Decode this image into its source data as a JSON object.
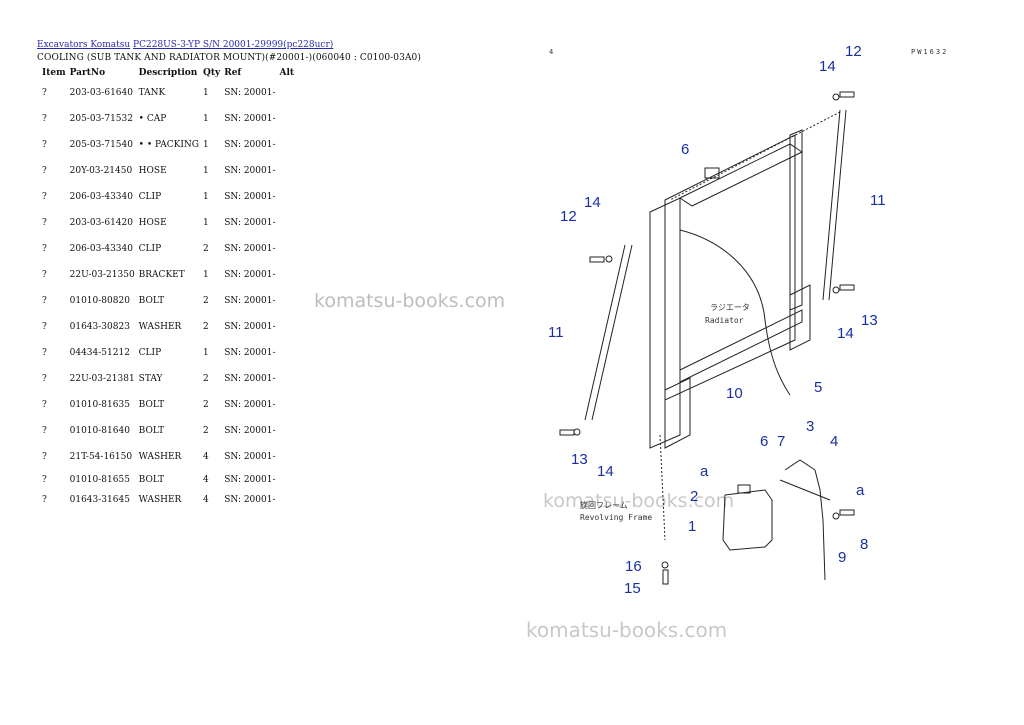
{
  "breadcrumb": {
    "link1": "Excavators Komatsu",
    "link2": "PC228US-3-YP S/N 20001-29999(pc228ucr)"
  },
  "subtitle": "COOLING (SUB TANK AND RADIATOR MOUNT)(#20001-)(060040 : C0100-03A0)",
  "table": {
    "headers": {
      "item": "Item",
      "partno": "PartNo",
      "description": "Description",
      "qty": "Qty",
      "ref": "Ref",
      "alt": "Alt"
    },
    "rows": [
      {
        "item": "?",
        "partno": "203-03-61640",
        "description": "TANK",
        "qty": "1",
        "ref": "SN: 20001-"
      },
      {
        "item": "?",
        "partno": "205-03-71532",
        "description": "• CAP",
        "qty": "1",
        "ref": "SN: 20001-"
      },
      {
        "item": "?",
        "partno": "205-03-71540",
        "description": "• • PACKING",
        "qty": "1",
        "ref": "SN: 20001-"
      },
      {
        "item": "?",
        "partno": "20Y-03-21450",
        "description": "HOSE",
        "qty": "1",
        "ref": "SN: 20001-"
      },
      {
        "item": "?",
        "partno": "206-03-43340",
        "description": "CLIP",
        "qty": "1",
        "ref": "SN: 20001-"
      },
      {
        "item": "?",
        "partno": "203-03-61420",
        "description": "HOSE",
        "qty": "1",
        "ref": "SN: 20001-"
      },
      {
        "item": "?",
        "partno": "206-03-43340",
        "description": "CLIP",
        "qty": "2",
        "ref": "SN: 20001-"
      },
      {
        "item": "?",
        "partno": "22U-03-21350",
        "description": "BRACKET",
        "qty": "1",
        "ref": "SN: 20001-"
      },
      {
        "item": "?",
        "partno": "01010-80820",
        "description": "BOLT",
        "qty": "2",
        "ref": "SN: 20001-"
      },
      {
        "item": "?",
        "partno": "01643-30823",
        "description": "WASHER",
        "qty": "2",
        "ref": "SN: 20001-"
      },
      {
        "item": "?",
        "partno": "04434-51212",
        "description": "CLIP",
        "qty": "1",
        "ref": "SN: 20001-"
      },
      {
        "item": "?",
        "partno": "22U-03-21381",
        "description": "STAY",
        "qty": "2",
        "ref": "SN: 20001-"
      },
      {
        "item": "?",
        "partno": "01010-81635",
        "description": "BOLT",
        "qty": "2",
        "ref": "SN: 20001-"
      },
      {
        "item": "?",
        "partno": "01010-81640",
        "description": "BOLT",
        "qty": "2",
        "ref": "SN: 20001-"
      },
      {
        "item": "?",
        "partno": "21T-54-16150",
        "description": "WASHER",
        "qty": "4",
        "ref": "SN: 20001-"
      },
      {
        "item": "?",
        "partno": "01010-81655",
        "description": "BOLT",
        "qty": "4",
        "ref": "SN: 20001-"
      },
      {
        "item": "?",
        "partno": "01643-31645",
        "description": "WASHER",
        "qty": "4",
        "ref": "SN: 20001-"
      }
    ]
  },
  "watermark": "komatsu-books.com",
  "diagram": {
    "page_num": "4",
    "fig_code": "PW1632",
    "radiator_jp": "ラジエータ",
    "radiator_en": "Radiator",
    "frame_jp": "旋回フレーム",
    "frame_en": "Revolving Frame",
    "callout_a": "a",
    "callouts": {
      "c1": "1",
      "c2": "2",
      "c3": "3",
      "c4": "4",
      "c5": "5",
      "c6a": "6",
      "c6b": "6",
      "c7": "7",
      "c8": "8",
      "c9": "9",
      "c10": "10",
      "c11a": "11",
      "c11b": "11",
      "c12a": "12",
      "c12b": "12",
      "c13a": "13",
      "c13b": "13",
      "c14a": "14",
      "c14b": "14",
      "c14c": "14",
      "c14d": "14",
      "c15": "15",
      "c16": "16"
    }
  }
}
